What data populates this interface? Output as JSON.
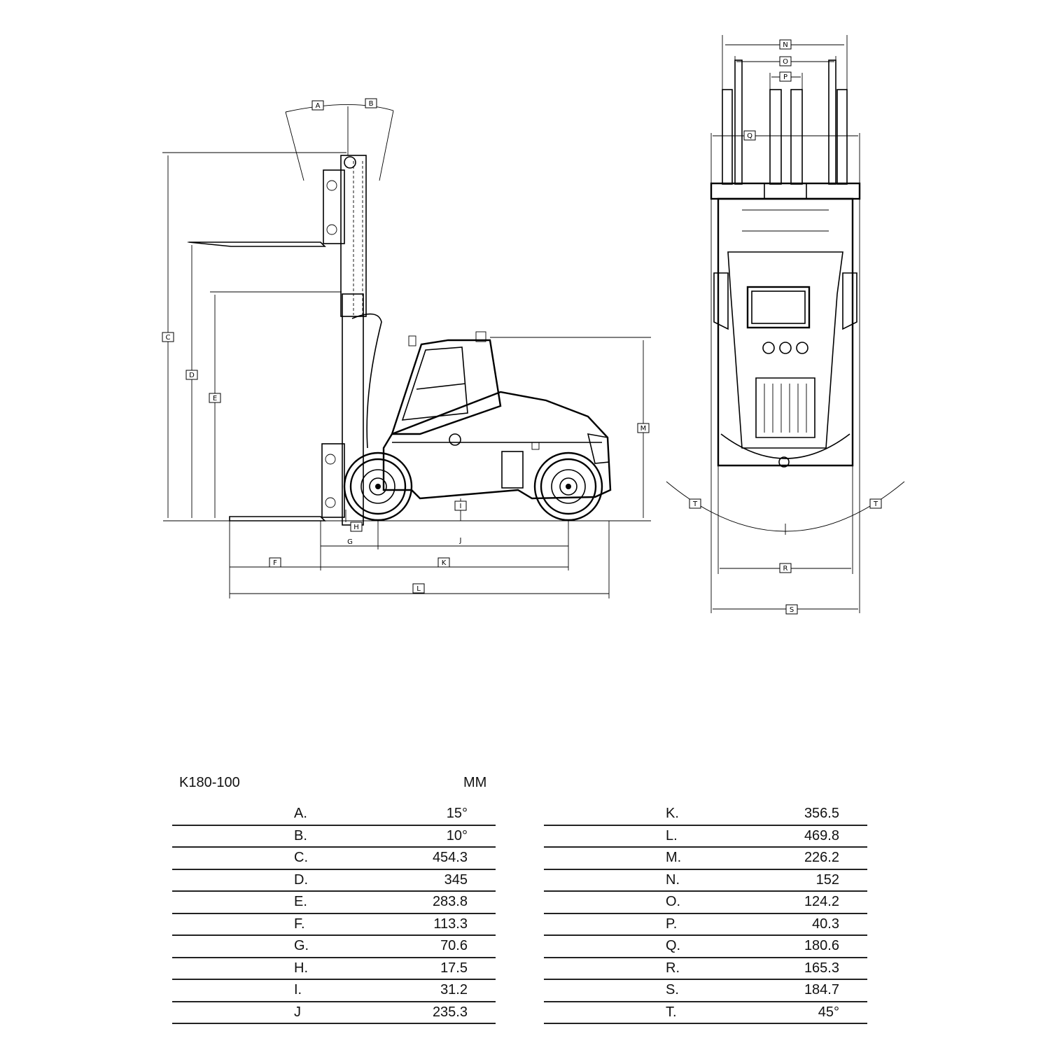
{
  "diagram": {
    "side_view_labels": [
      "A",
      "B",
      "C",
      "D",
      "E",
      "F",
      "G",
      "H",
      "I",
      "J",
      "K",
      "L",
      "M"
    ],
    "front_view_labels": [
      "N",
      "O",
      "P",
      "Q",
      "R",
      "S",
      "T",
      "T"
    ]
  },
  "table": {
    "model": "K180-100",
    "unit": "MM",
    "left_rows": [
      {
        "key": "A.",
        "value": "15°"
      },
      {
        "key": "B.",
        "value": "10°"
      },
      {
        "key": "C.",
        "value": "454.3"
      },
      {
        "key": "D.",
        "value": "345"
      },
      {
        "key": "E.",
        "value": "283.8"
      },
      {
        "key": "F.",
        "value": "113.3"
      },
      {
        "key": "G.",
        "value": "70.6"
      },
      {
        "key": "H.",
        "value": "17.5"
      },
      {
        "key": "I.",
        "value": "31.2"
      },
      {
        "key": "J",
        "value": "235.3"
      }
    ],
    "right_rows": [
      {
        "key": "K.",
        "value": "356.5"
      },
      {
        "key": "L.",
        "value": "469.8"
      },
      {
        "key": "M.",
        "value": "226.2"
      },
      {
        "key": "N.",
        "value": "152"
      },
      {
        "key": "O.",
        "value": "124.2"
      },
      {
        "key": "P.",
        "value": "40.3"
      },
      {
        "key": "Q.",
        "value": "180.6"
      },
      {
        "key": "R.",
        "value": "165.3"
      },
      {
        "key": "S.",
        "value": "184.7"
      },
      {
        "key": "T.",
        "value": "45°"
      }
    ]
  }
}
